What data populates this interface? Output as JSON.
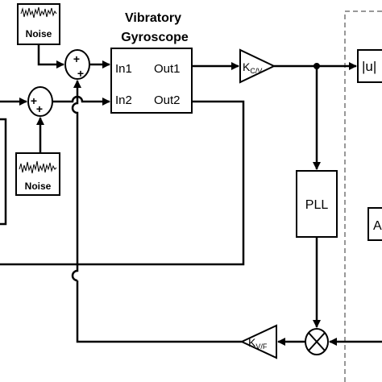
{
  "gyro": {
    "title_line1": "Vibratory",
    "title_line2": "Gyroscope",
    "in1": "In1",
    "in2": "In2",
    "out1": "Out1",
    "out2": "Out2"
  },
  "noise_top": {
    "label": "Noise"
  },
  "noise_bottom": {
    "label": "Noise"
  },
  "summer_top": {
    "sign_a": "+",
    "sign_b": "+"
  },
  "summer_left": {
    "sign_a": "+",
    "sign_b": "+"
  },
  "gain_cv": {
    "main": "K",
    "sub": "C/V"
  },
  "gain_vf": {
    "main": "K",
    "sub": "V/F"
  },
  "pll": {
    "label": "PLL"
  },
  "abs_block": {
    "label": "|u|"
  },
  "right_block": {
    "label": "A"
  },
  "multiplier": {
    "symbol": "⊗"
  }
}
